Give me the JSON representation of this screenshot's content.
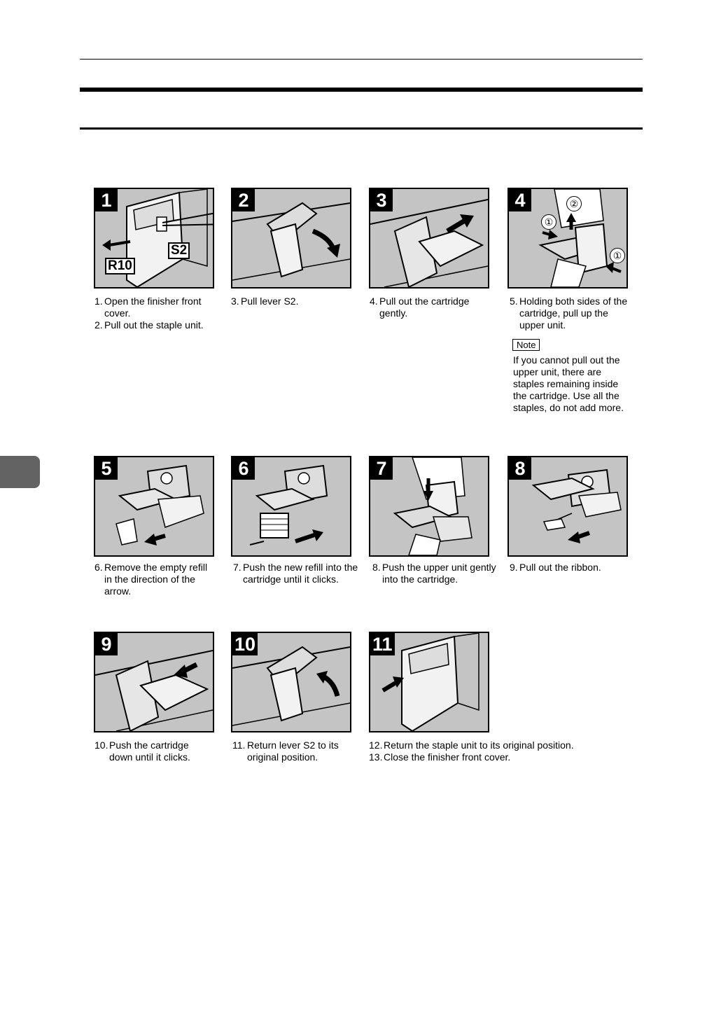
{
  "panels": [
    {
      "number": "1",
      "labels": [
        "R10",
        "S2"
      ]
    },
    {
      "number": "2",
      "labels": []
    },
    {
      "number": "3",
      "labels": []
    },
    {
      "number": "4",
      "labels": [
        "①",
        "②",
        "①"
      ]
    },
    {
      "number": "5",
      "labels": []
    },
    {
      "number": "6",
      "labels": []
    },
    {
      "number": "7",
      "labels": []
    },
    {
      "number": "8",
      "labels": []
    },
    {
      "number": "9",
      "labels": []
    },
    {
      "number": "10",
      "labels": []
    },
    {
      "number": "11",
      "labels": []
    }
  ],
  "captions": [
    {
      "items": [
        {
          "num": "1.",
          "text": "Open the finisher front cover."
        },
        {
          "num": "2.",
          "text": "Pull out the staple unit."
        }
      ]
    },
    {
      "items": [
        {
          "num": "3.",
          "text": "Pull lever S2."
        }
      ]
    },
    {
      "items": [
        {
          "num": "4.",
          "text": "Pull out the cartridge gently."
        }
      ]
    },
    {
      "items": [
        {
          "num": "5.",
          "text": "Holding both sides of the cartridge, pull up the upper unit."
        }
      ]
    },
    {
      "items": [
        {
          "num": "6.",
          "text": "Remove the empty refill in the direction of the arrow."
        }
      ]
    },
    {
      "items": [
        {
          "num": "7.",
          "text": "Push the new refill into the cartridge until it clicks."
        }
      ]
    },
    {
      "items": [
        {
          "num": "8.",
          "text": "Push the upper unit gently into the cartridge."
        }
      ]
    },
    {
      "items": [
        {
          "num": "9.",
          "text": "Pull out the ribbon."
        }
      ]
    },
    {
      "items": [
        {
          "num": "10.",
          "text": "Push the cartridge down until it clicks."
        }
      ]
    },
    {
      "items": [
        {
          "num": "11.",
          "text": "Return lever S2 to its original position."
        }
      ]
    },
    {
      "items": [
        {
          "num": "12.",
          "text": "Return the staple unit to its original position."
        },
        {
          "num": "13.",
          "text": "Close the finisher front cover."
        }
      ]
    }
  ],
  "note": {
    "label": "Note",
    "text": "If you cannot pull out the upper unit, there are staples remaining inside the cartridge. Use all the staples, do not add more."
  }
}
